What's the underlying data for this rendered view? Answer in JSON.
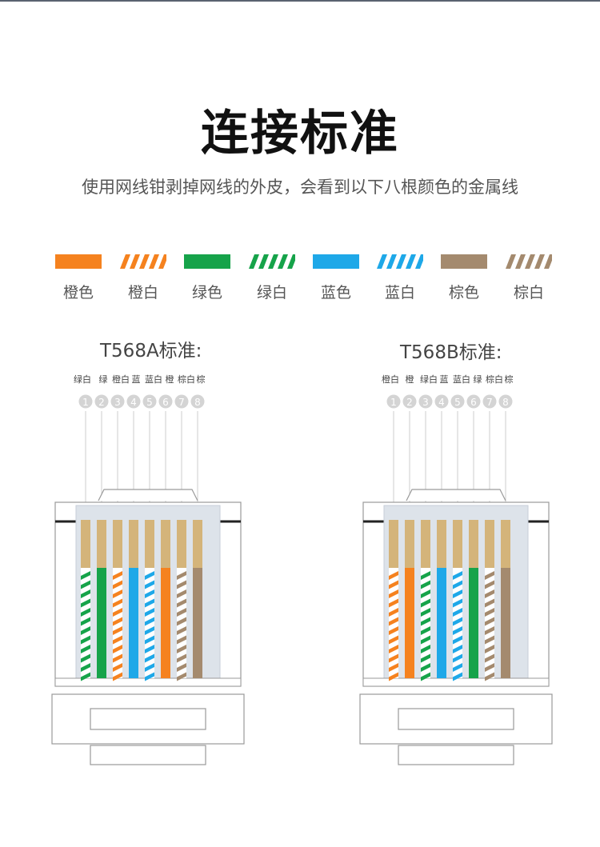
{
  "title": "连接标准",
  "subtitle": "使用网线钳剥掉网线的外皮，会看到以下八根颜色的金属线",
  "colors": {
    "orange": "#f5821f",
    "green": "#16a34a",
    "blue": "#1ea8e8",
    "brown": "#a48a6e",
    "pin": "#d4b47a",
    "white": "#ffffff"
  },
  "legend": [
    {
      "label": "橙色",
      "color": "orange",
      "striped": false
    },
    {
      "label": "橙白",
      "color": "orange",
      "striped": true
    },
    {
      "label": "绿色",
      "color": "green",
      "striped": false
    },
    {
      "label": "绿白",
      "color": "green",
      "striped": true
    },
    {
      "label": "蓝色",
      "color": "blue",
      "striped": false
    },
    {
      "label": "蓝白",
      "color": "blue",
      "striped": true
    },
    {
      "label": "棕色",
      "color": "brown",
      "striped": false
    },
    {
      "label": "棕白",
      "color": "brown",
      "striped": true
    }
  ],
  "standards": [
    {
      "title": "T568A标准:",
      "wires": [
        {
          "label": "绿白",
          "color": "green",
          "striped": true
        },
        {
          "label": "绿",
          "color": "green",
          "striped": false
        },
        {
          "label": "橙白",
          "color": "orange",
          "striped": true
        },
        {
          "label": "蓝",
          "color": "blue",
          "striped": false
        },
        {
          "label": "蓝白",
          "color": "blue",
          "striped": true
        },
        {
          "label": "橙",
          "color": "orange",
          "striped": false
        },
        {
          "label": "棕白",
          "color": "brown",
          "striped": true
        },
        {
          "label": "棕",
          "color": "brown",
          "striped": false
        }
      ]
    },
    {
      "title": "T568B标准:",
      "wires": [
        {
          "label": "橙白",
          "color": "orange",
          "striped": true
        },
        {
          "label": "橙",
          "color": "orange",
          "striped": false
        },
        {
          "label": "绿白",
          "color": "green",
          "striped": true
        },
        {
          "label": "蓝",
          "color": "blue",
          "striped": false
        },
        {
          "label": "蓝白",
          "color": "blue",
          "striped": true
        },
        {
          "label": "绿",
          "color": "green",
          "striped": false
        },
        {
          "label": "棕白",
          "color": "brown",
          "striped": true
        },
        {
          "label": "棕",
          "color": "brown",
          "striped": false
        }
      ]
    }
  ],
  "pin_numbers": [
    "1",
    "2",
    "3",
    "4",
    "5",
    "6",
    "7",
    "8"
  ]
}
